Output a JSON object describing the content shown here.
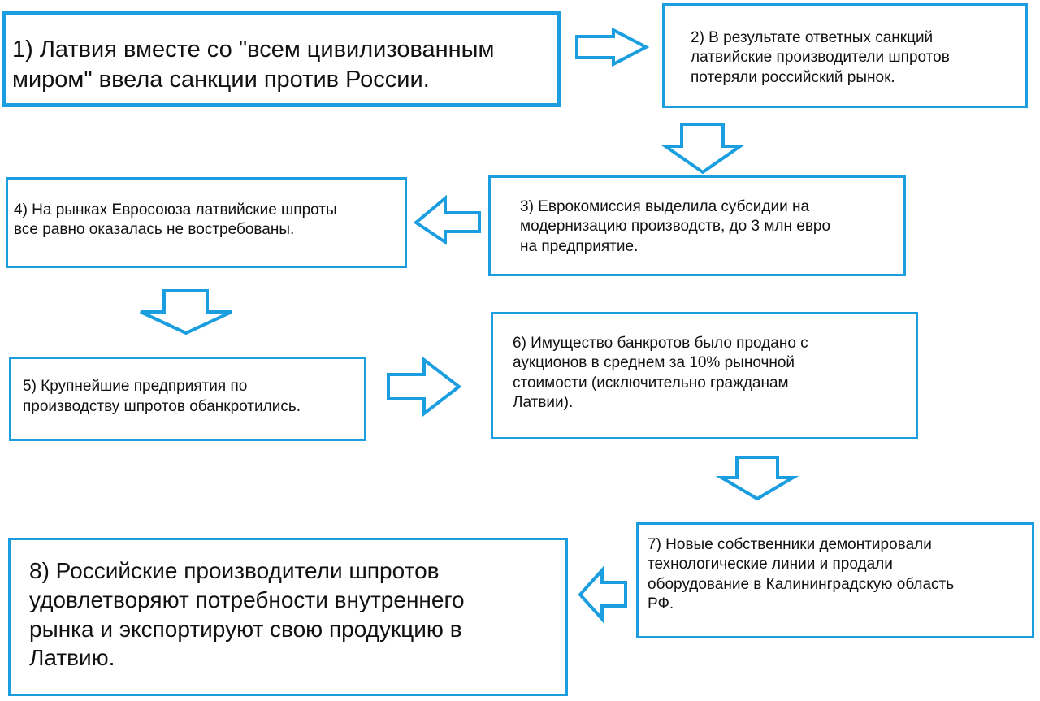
{
  "diagram": {
    "accent_color": "#1a9ee0",
    "steps": [
      {
        "id": "1",
        "text": "1) Латвия вместе со \"всем цивилизованным\nмиром\" ввела санкции против России."
      },
      {
        "id": "2",
        "text": "2) В результате ответных санкций\nлатвийские производители шпротов\nпотеряли российский рынок."
      },
      {
        "id": "3",
        "text": "3) Еврокомиссия выделила субсидии на\nмодернизацию производств, до 3 млн евро\nна предприятие."
      },
      {
        "id": "4",
        "text": "4) На рынках Евросоюза латвийские шпроты\nвсе равно оказалась не востребованы."
      },
      {
        "id": "5",
        "text": "5) Крупнейшие предприятия по\nпроизводству шпротов обанкротились."
      },
      {
        "id": "6",
        "text": "6) Имущество банкротов было продано с\nаукционов в среднем за 10% рыночной\nстоимости (исключительно гражданам\nЛатвии)."
      },
      {
        "id": "7",
        "text": "7) Новые собственники демонтировали\nтехнологические линии и продали\nоборудование в Калининградскую область\nРФ."
      },
      {
        "id": "8",
        "text": "8) Российские производители шпротов\nудовлетворяют потребности внутреннего\nрынка и экспортируют свою продукцию в\nЛатвию."
      }
    ],
    "connections": [
      {
        "from": "1",
        "to": "2",
        "direction": "right"
      },
      {
        "from": "2",
        "to": "3",
        "direction": "down"
      },
      {
        "from": "3",
        "to": "4",
        "direction": "left"
      },
      {
        "from": "4",
        "to": "5",
        "direction": "down"
      },
      {
        "from": "5",
        "to": "6",
        "direction": "right"
      },
      {
        "from": "6",
        "to": "7",
        "direction": "down"
      },
      {
        "from": "7",
        "to": "8",
        "direction": "left"
      }
    ]
  }
}
